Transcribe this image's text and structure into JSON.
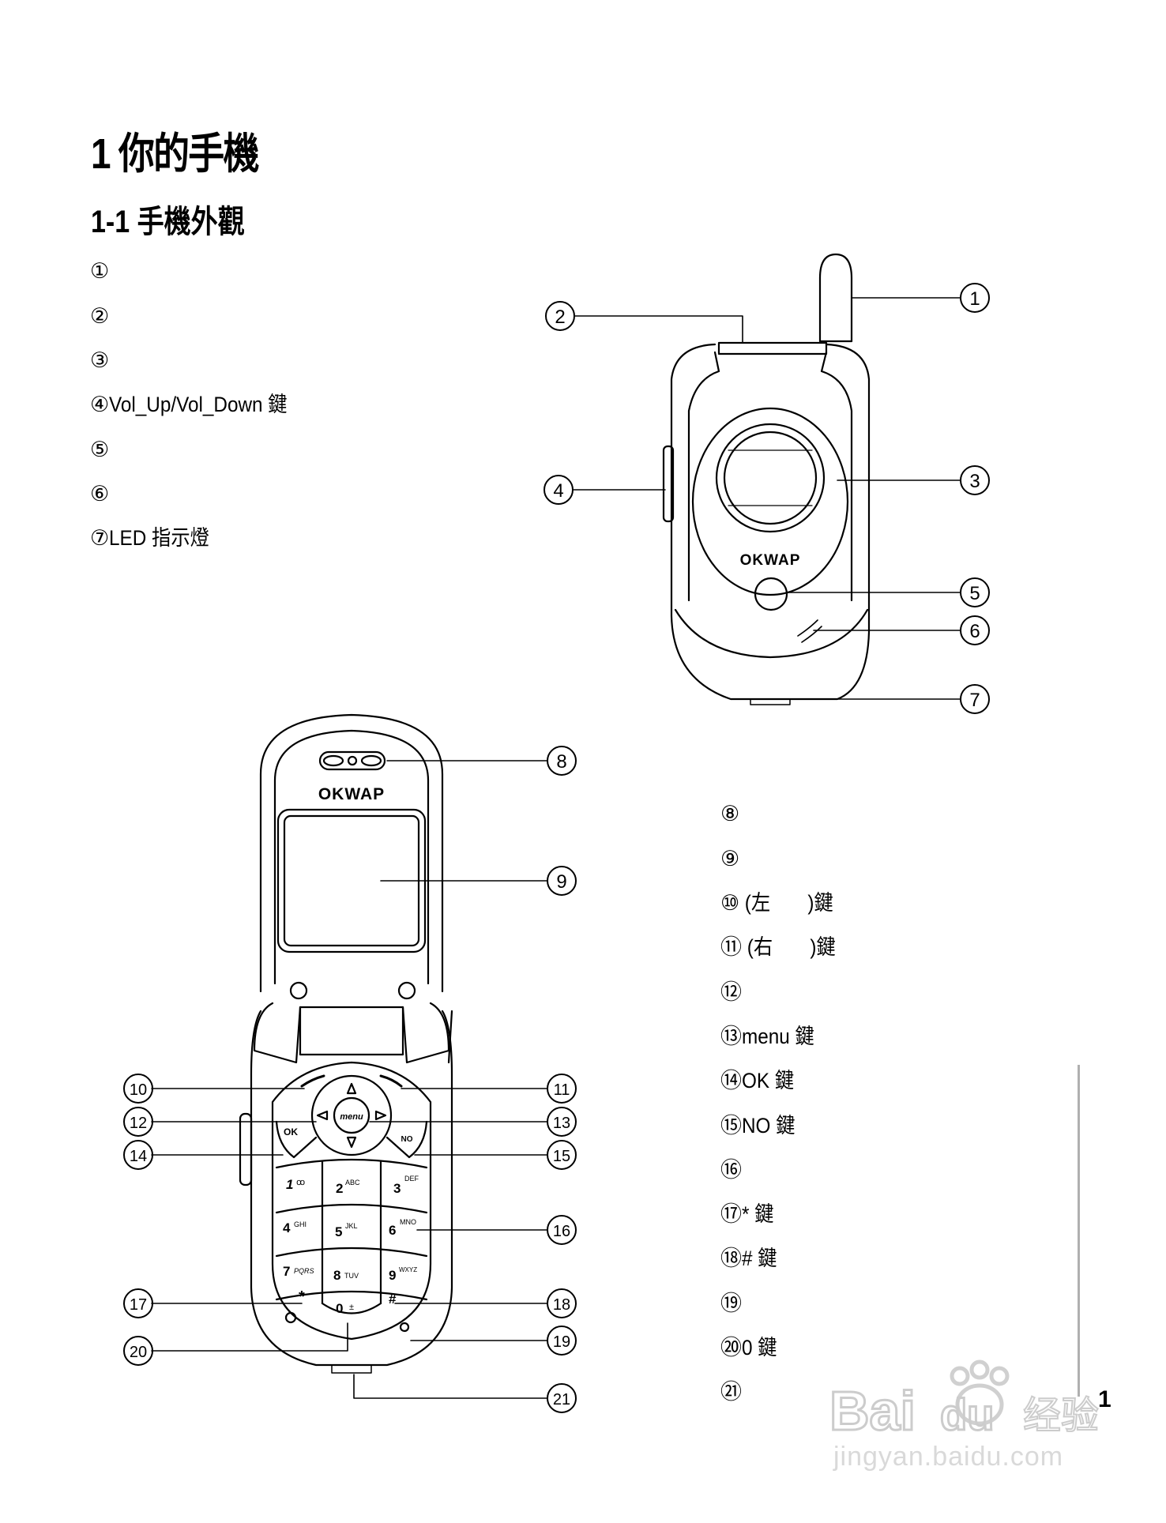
{
  "heading": {
    "chapter": "1 你的手機",
    "section": "1-1 手機外觀"
  },
  "legend_left": [
    {
      "num": "①",
      "text": ""
    },
    {
      "num": "②",
      "text": ""
    },
    {
      "num": "③",
      "text": ""
    },
    {
      "num": "④",
      "text": "Vol_Up/Vol_Down 鍵"
    },
    {
      "num": "⑤",
      "text": ""
    },
    {
      "num": "⑥",
      "text": ""
    },
    {
      "num": "⑦",
      "text": "LED 指示燈"
    }
  ],
  "legend_right": [
    {
      "num": "⑧",
      "text": ""
    },
    {
      "num": "⑨",
      "text": ""
    },
    {
      "num": "⑩",
      "text": " (左       )鍵"
    },
    {
      "num": "⑪",
      "text": " (右       )鍵"
    },
    {
      "num": "⑫",
      "text": ""
    },
    {
      "num": "⑬",
      "text": "menu 鍵"
    },
    {
      "num": "⑭",
      "text": "OK 鍵"
    },
    {
      "num": "⑮",
      "text": "NO 鍵"
    },
    {
      "num": "⑯",
      "text": ""
    },
    {
      "num": "⑰",
      "text": "* 鍵"
    },
    {
      "num": "⑱",
      "text": "# 鍵"
    },
    {
      "num": "⑲",
      "text": ""
    },
    {
      "num": "⑳",
      "text": "0 鍵"
    },
    {
      "num": "㉑",
      "text": ""
    }
  ],
  "callouts": [
    "1",
    "2",
    "3",
    "4",
    "5",
    "6",
    "7",
    "8",
    "9",
    "10",
    "11",
    "12",
    "13",
    "14",
    "15",
    "16",
    "17",
    "18",
    "19",
    "20",
    "21"
  ],
  "phone": {
    "brand": "OKWAP",
    "keys": {
      "ok": "OK",
      "no": "NO",
      "menu": "menu",
      "k1": "1",
      "k1sub": "ꝏ",
      "k2": "2",
      "k2sub": "ABC",
      "k3": "3",
      "k3sub": "DEF",
      "k4": "4",
      "k4sub": "GHI",
      "k5": "5",
      "k5sub": "JKL",
      "k6": "6",
      "k6sub": "MNO",
      "k7": "7",
      "k7sub": "PQRS",
      "k8": "8",
      "k8sub": "TUV",
      "k9": "9",
      "k9sub": "WXYZ",
      "kstar": "*",
      "k0": "0",
      "k0sub": "±",
      "khash": "#"
    }
  },
  "page_number": "1",
  "watermark": {
    "logo": "Bai du 经验",
    "url": "jingyan.baidu.com"
  }
}
